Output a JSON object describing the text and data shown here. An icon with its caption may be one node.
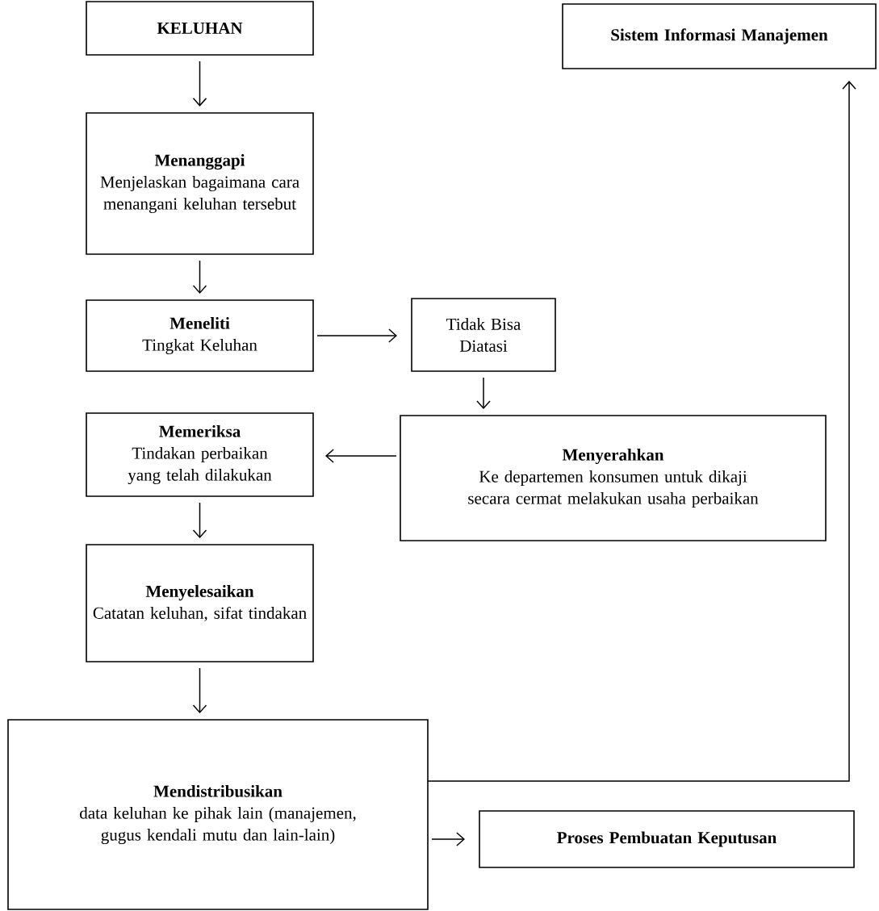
{
  "diagram": {
    "nodes": [
      {
        "text": [
          "KELUHAN"
        ]
      },
      {
        "text": [
          "Sistem Informasi Manajemen"
        ]
      },
      {
        "text": [
          "Menanggapi",
          "Menjelaskan bagaimana cara menangani keluhan tersebut"
        ]
      },
      {
        "text": [
          "Meneliti",
          "Tingkat Keluhan"
        ]
      },
      {
        "text": [
          "Tidak Bisa Diatasi"
        ]
      },
      {
        "text": [
          "Memeriksa",
          "Tindakan perbaikan yang telah dilakukan"
        ]
      },
      {
        "text": [
          "Menyerahkan",
          "Ke departemen konsumen untuk dikaji secara cermat melakukan usaha perbaikan"
        ]
      },
      {
        "text": [
          "Menyelesaikan",
          "Catatan keluhan, sifat tindakan"
        ]
      },
      {
        "text": [
          "Mendistribusikan",
          "data keluhan ke pihak lain (manajemen, gugus kendali mutu dan lain-lain)"
        ]
      },
      {
        "text": [
          "Proses Pembuatan Keputusan"
        ]
      }
    ],
    "edges": [
      {
        "from": 0,
        "to": 2,
        "arrow": "to"
      },
      {
        "from": 2,
        "to": 3,
        "arrow": "to"
      },
      {
        "from": 3,
        "to": 4,
        "arrow": "to"
      },
      {
        "from": 4,
        "to": 6,
        "arrow": "to"
      },
      {
        "from": 6,
        "to": 5,
        "arrow": "to"
      },
      {
        "from": 5,
        "to": 7,
        "arrow": "to"
      },
      {
        "from": 7,
        "to": 8,
        "arrow": "to"
      },
      {
        "from": 8,
        "to": 1,
        "arrow": "to"
      },
      {
        "from": 8,
        "to": 9,
        "arrow": "to"
      }
    ]
  }
}
